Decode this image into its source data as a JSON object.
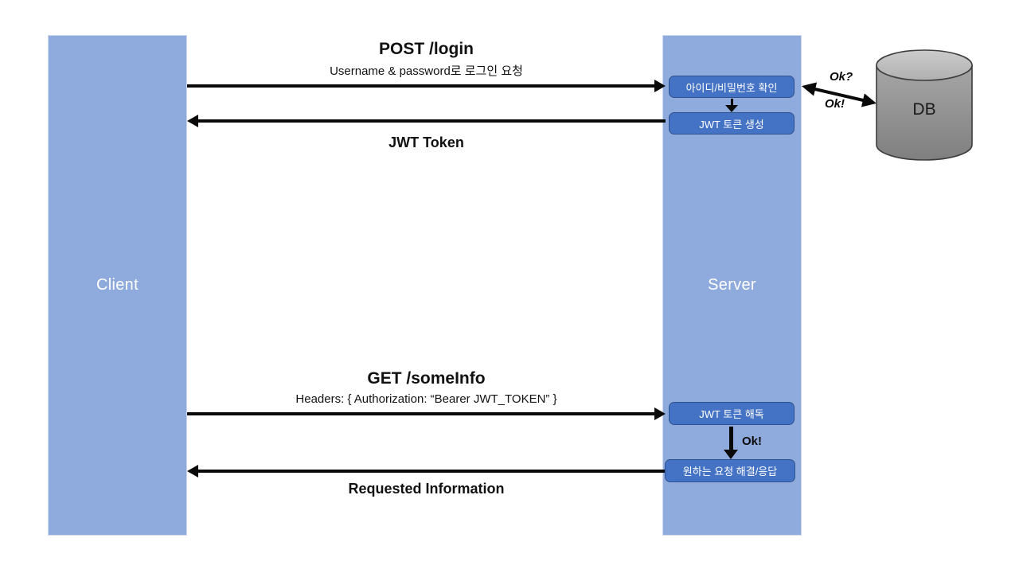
{
  "nodes": {
    "client": {
      "label": "Client"
    },
    "server": {
      "label": "Server"
    },
    "db": {
      "label": "DB"
    }
  },
  "server_steps": [
    {
      "label": "아이디/비밀번호 확인"
    },
    {
      "label": "JWT 토큰 생성"
    },
    {
      "label": "JWT 토큰 해독"
    },
    {
      "label": "원하는 요청 해결/응답"
    }
  ],
  "messages": {
    "login_request": {
      "title": "POST /login",
      "subtitle": "Username & password로 로그인 요청"
    },
    "jwt_token_response": {
      "title": "JWT Token"
    },
    "info_request": {
      "title": "GET /someInfo",
      "subtitle": "Headers: { Authorization: “Bearer JWT_TOKEN” }"
    },
    "info_response": {
      "title": "Requested Information"
    }
  },
  "annotations": {
    "db_check": "Ok?",
    "db_confirm": "Ok!",
    "decode_success": "Ok!"
  },
  "colors": {
    "node_fill": "#8FAADC",
    "step_fill": "#4472C4",
    "step_border": "#2F528F",
    "arrow": "#0A0A0A",
    "db_body": "#9A9A9A",
    "db_top": "#C2C2C2",
    "text_on_blue": "#FFFFFF"
  }
}
